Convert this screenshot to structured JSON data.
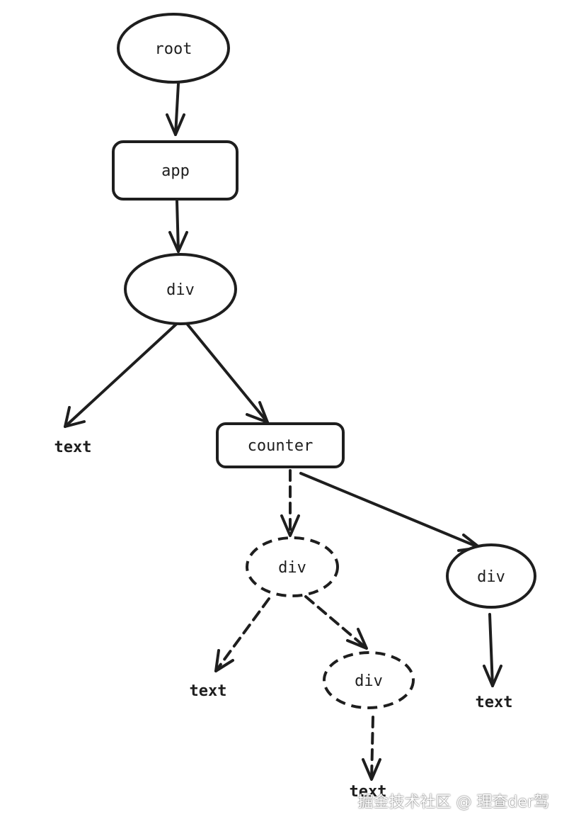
{
  "diagram": {
    "nodes": {
      "root": "root",
      "app": "app",
      "div_main": "div",
      "text_left": "text",
      "counter": "counter",
      "div_dashed_1": "div",
      "div_right": "div",
      "text_dashed_1": "text",
      "div_dashed_2": "div",
      "text_right": "text",
      "text_dashed_2": "text"
    },
    "edges": [
      {
        "from": "root",
        "to": "app",
        "style": "solid"
      },
      {
        "from": "app",
        "to": "div_main",
        "style": "solid"
      },
      {
        "from": "div_main",
        "to": "text_left",
        "style": "solid"
      },
      {
        "from": "div_main",
        "to": "counter",
        "style": "solid"
      },
      {
        "from": "counter",
        "to": "div_dashed_1",
        "style": "dashed"
      },
      {
        "from": "counter",
        "to": "div_right",
        "style": "solid"
      },
      {
        "from": "div_dashed_1",
        "to": "text_dashed_1",
        "style": "dashed"
      },
      {
        "from": "div_dashed_1",
        "to": "div_dashed_2",
        "style": "dashed"
      },
      {
        "from": "div_right",
        "to": "text_right",
        "style": "solid"
      },
      {
        "from": "div_dashed_2",
        "to": "text_dashed_2",
        "style": "dashed"
      }
    ],
    "colors": {
      "stroke": "#1e1e1e",
      "background": "#ffffff"
    }
  },
  "watermark": "掘金技术社区 @ 理查der驾"
}
